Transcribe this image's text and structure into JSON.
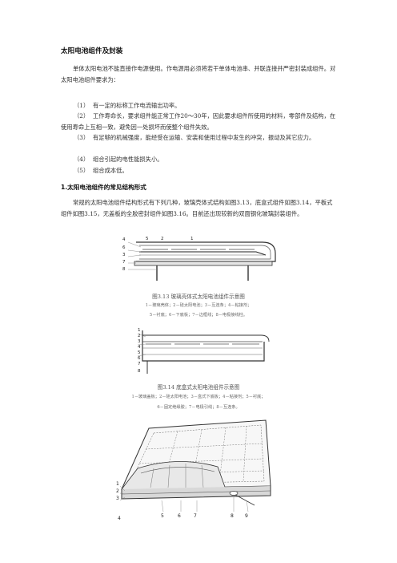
{
  "title": "太阳电池组件及封装",
  "intro": "单体太阳电池不能直接作电源使用。作电源用必须将若干单体电池串、并联连接并严密封装成组件。对太阳电池组件要求为：",
  "requirements": [
    {
      "num": "（1）",
      "text": "有一定的标称工作电流输出功率。"
    },
    {
      "num": "（2）",
      "text": "工作寿命长，要求组件能正常工作20～30年，因此要求组件所使用的材料，零部件及结构，在使用寿命上互相一致，避免因一处损坏而使整个组件失效。"
    },
    {
      "num": "（3）",
      "text": "有足够的机械强度，能经受在运输、安装和使用过程中发生的冲突，振动及其它应力。"
    },
    {
      "num": "（4）",
      "text": "组合引起的电性能损失小。"
    },
    {
      "num": "（5）",
      "text": "组合成本低。"
    }
  ],
  "section_title": "1.太阳电池组件的常见结构形式",
  "section_text": "常规的太阳电池组件结构形式有下列几种，玻璃壳体式结构如图3.13，底盒式组件如图3.14，平板式组件如图3.15，无盖板的全胶密封组件如图3.16。目前还出现较新的双面钢化玻璃封装组件。",
  "fig13": {
    "caption": "图3.13 玻璃壳体式太阳电池组件示意图",
    "legend1": "1－玻璃壳体；2－硅太阳电池；3－互连条；4－粘接剂；",
    "legend2": "5－衬底；6－下底板；7－边框线；8－电极接线柱。",
    "labels": [
      "4",
      "5",
      "2",
      "1",
      "6",
      "3",
      "7",
      "8"
    ]
  },
  "fig14": {
    "caption": "图3.14 底盒式太阳电池组件示意图",
    "legend1": "1－玻璃盖板；2－硅太阳电池；3－盒式下底板；4－粘接剂；5－衬底；",
    "legend2": "6－固定绝缘胶；7－电极引线；8－互连条。",
    "labels": [
      "1",
      "2",
      "3",
      "4",
      "5",
      "6",
      "7",
      "8"
    ]
  },
  "fig15": {
    "labels": [
      "1",
      "2",
      "3",
      "4",
      "5",
      "6",
      "7",
      "8",
      "9"
    ]
  }
}
